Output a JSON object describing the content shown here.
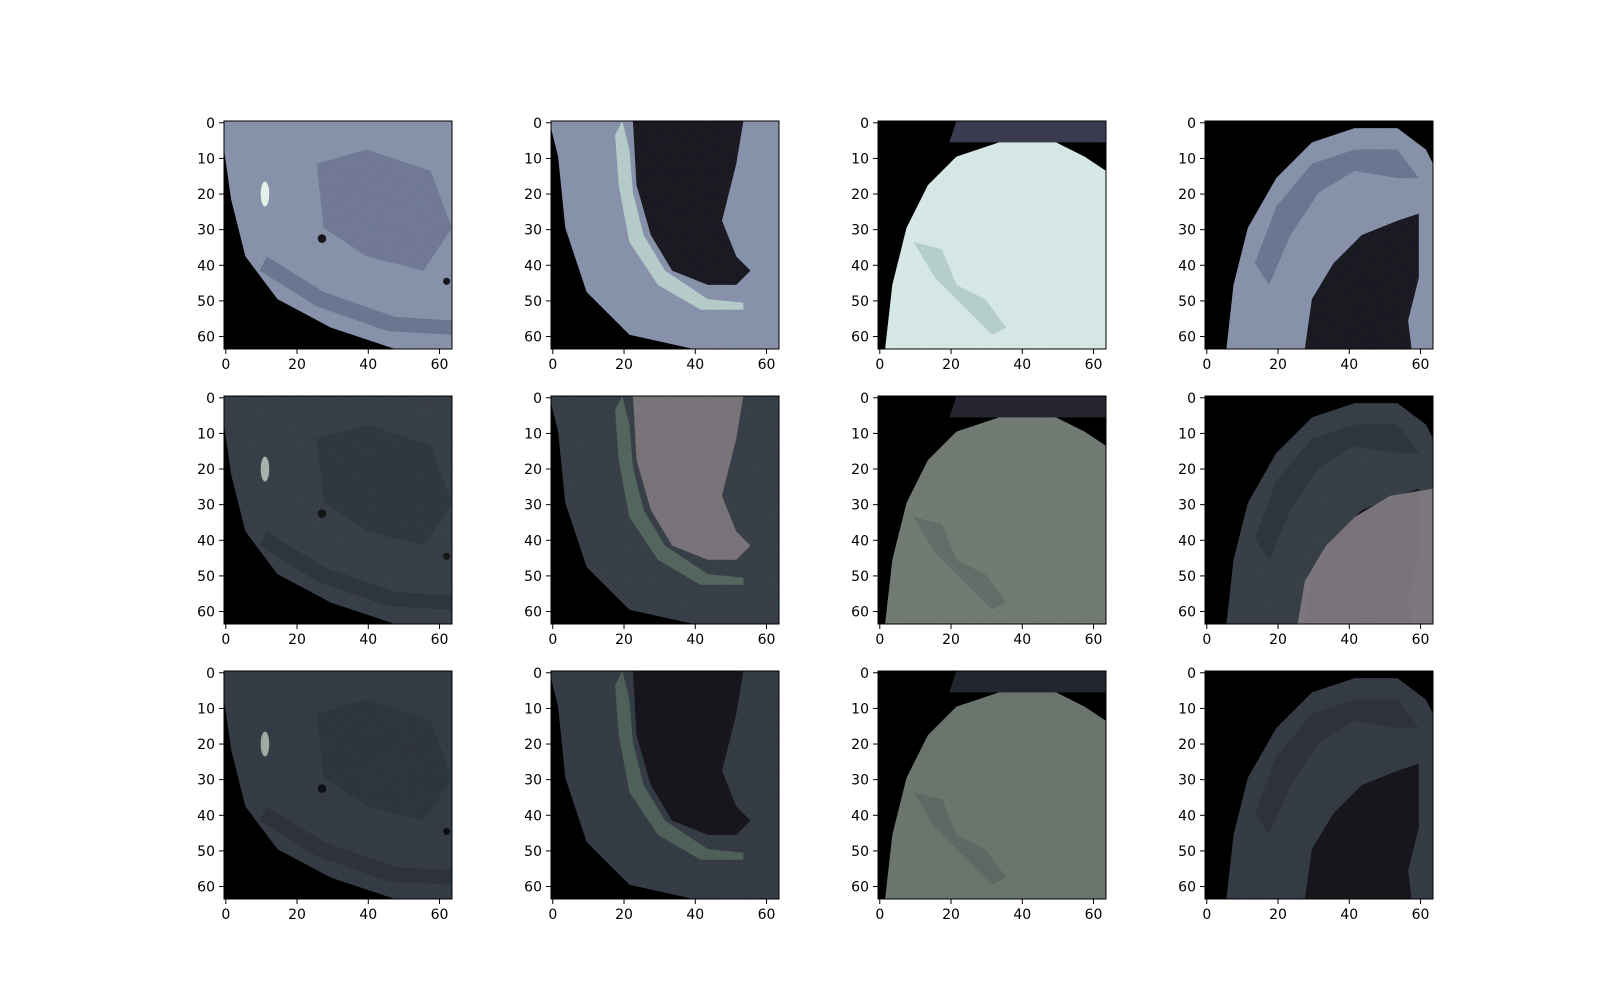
{
  "figure": {
    "rows": 3,
    "cols": 4,
    "panels": [
      {
        "row": 0,
        "col": 0,
        "scene": "abdomen",
        "style": "raw"
      },
      {
        "row": 0,
        "col": 1,
        "scene": "lungleft",
        "style": "raw"
      },
      {
        "row": 0,
        "col": 2,
        "scene": "liver",
        "style": "raw"
      },
      {
        "row": 0,
        "col": 3,
        "scene": "lungright",
        "style": "raw"
      },
      {
        "row": 1,
        "col": 0,
        "scene": "abdomen",
        "style": "overlay"
      },
      {
        "row": 1,
        "col": 1,
        "scene": "lungleft",
        "style": "overlay"
      },
      {
        "row": 1,
        "col": 2,
        "scene": "liver",
        "style": "overlay"
      },
      {
        "row": 1,
        "col": 3,
        "scene": "lungright",
        "style": "overlay"
      },
      {
        "row": 2,
        "col": 0,
        "scene": "abdomen",
        "style": "dark"
      },
      {
        "row": 2,
        "col": 1,
        "scene": "lungleft",
        "style": "dark"
      },
      {
        "row": 2,
        "col": 2,
        "scene": "liver",
        "style": "dark"
      },
      {
        "row": 2,
        "col": 3,
        "scene": "lungright",
        "style": "dark"
      }
    ]
  },
  "axes": {
    "x_ticks": [
      "0",
      "20",
      "40",
      "60"
    ],
    "y_ticks": [
      "0",
      "10",
      "20",
      "30",
      "40",
      "50",
      "60"
    ],
    "range": [
      0,
      63
    ]
  },
  "colors": {
    "background": "#ffffff",
    "raw_tissue": "#8a94ad",
    "raw_fat": "#6f7893",
    "raw_liver": "#d9ecea",
    "lung": "#1a1a24",
    "air": "#000000",
    "overlay_mask": "#8f8a90",
    "dark_tissue": "#3e4650"
  }
}
